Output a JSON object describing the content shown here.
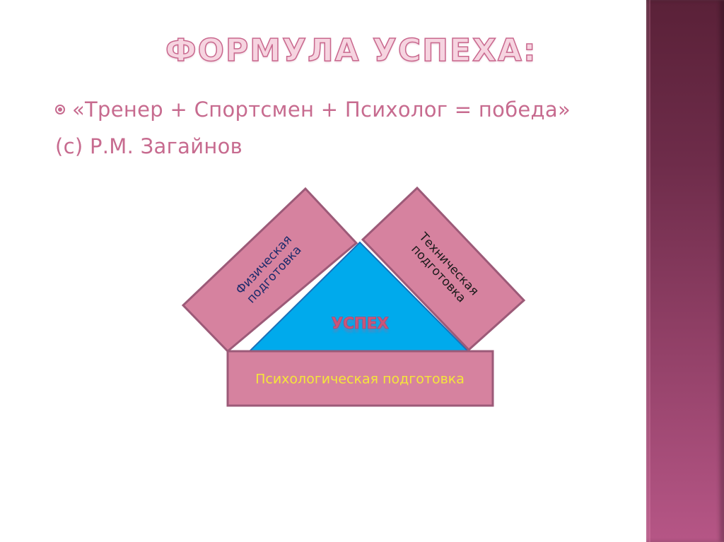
{
  "slide": {
    "title": "ФОРМУЛА УСПЕХА:",
    "bullet": {
      "icon": "circle-dot-bullet-icon",
      "text": "«Тренер + Спортсмен + Психолог = победа»"
    },
    "author": "(с) Р.М. Загайнов"
  },
  "diagram": {
    "left_block": "Физическая подготовка",
    "left_block_lines": [
      "Физическая",
      "подготовка"
    ],
    "right_block": "Техническая подготовка",
    "right_block_lines": [
      "Техническая",
      "подготовка"
    ],
    "center": "УСПЕХ",
    "bottom_block": "Психологическая подготовка"
  },
  "colors": {
    "block_fill": "#d6829f",
    "block_border": "#9c5a78",
    "triangle_fill": "#00aaec",
    "triangle_border": "#1b6fb8",
    "title_fill": "#f6d4e0",
    "title_stroke": "#c9688e",
    "body_text": "#c76b8f",
    "psych_text": "#f5e63a",
    "success_text": "#c9567a",
    "side_panel_top": "#5a2138",
    "side_panel_bottom": "#b65686"
  }
}
